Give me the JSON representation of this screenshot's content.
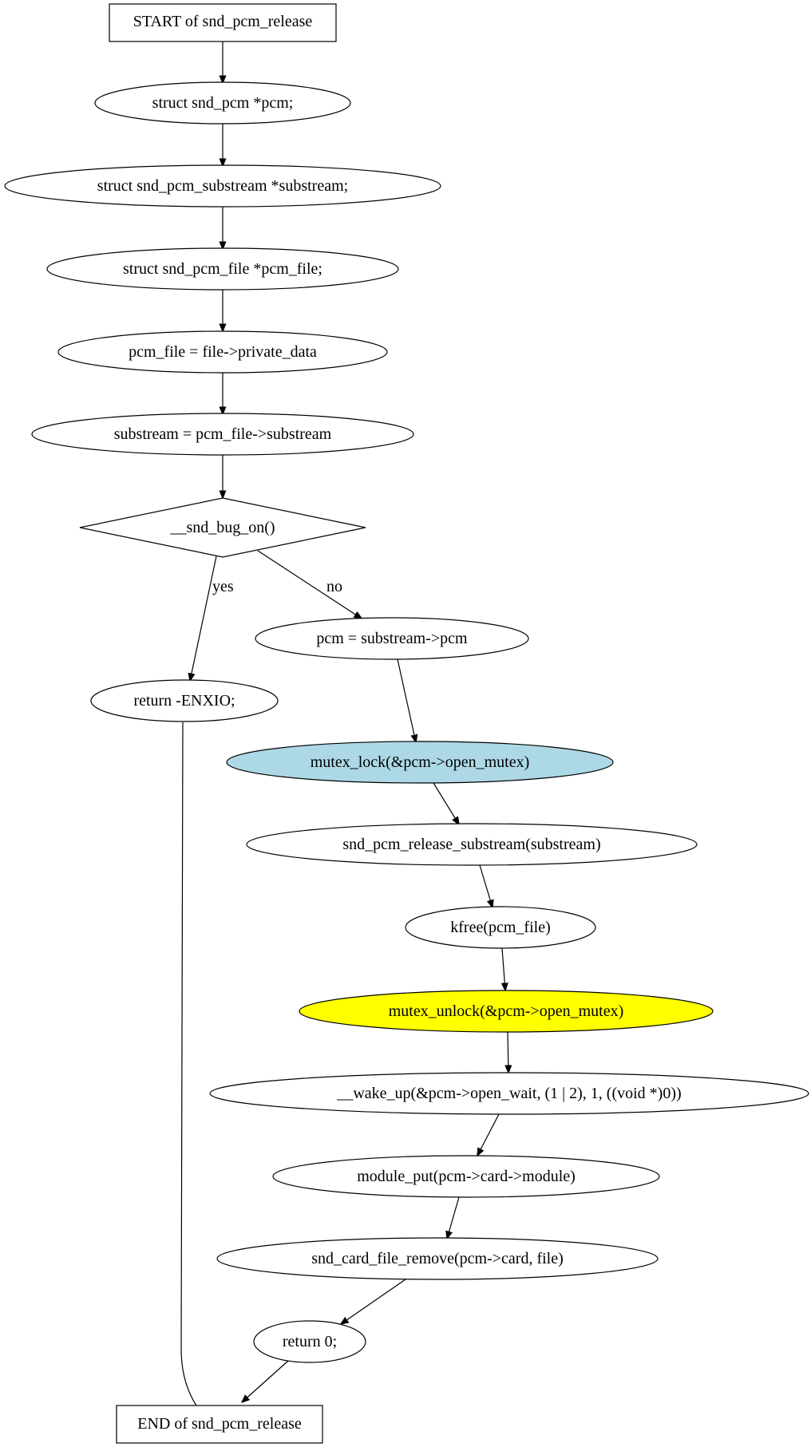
{
  "nodes": {
    "start": "START of snd_pcm_release",
    "decl_pcm": "struct snd_pcm *pcm;",
    "decl_substream": "struct snd_pcm_substream *substream;",
    "decl_pcm_file": "struct snd_pcm_file *pcm_file;",
    "assign_pcm_file": "pcm_file = file->private_data",
    "assign_substream": "substream = pcm_file->substream",
    "bug_on": "__snd_bug_on()",
    "return_enxio": "return -ENXIO;",
    "assign_pcm": "pcm = substream->pcm",
    "mutex_lock": "mutex_lock(&pcm->open_mutex)",
    "release_substream": "snd_pcm_release_substream(substream)",
    "kfree": "kfree(pcm_file)",
    "mutex_unlock": "mutex_unlock(&pcm->open_mutex)",
    "wake_up": "__wake_up(&pcm->open_wait, (1 | 2), 1, ((void *)0))",
    "module_put": "module_put(pcm->card->module)",
    "card_file_remove": "snd_card_file_remove(pcm->card, file)",
    "return_zero": "return 0;",
    "end": "END of snd_pcm_release"
  },
  "edges": {
    "yes": "yes",
    "no": "no"
  },
  "colors": {
    "mutex_lock_fill": "#add8e6",
    "mutex_unlock_fill": "#ffff00"
  }
}
